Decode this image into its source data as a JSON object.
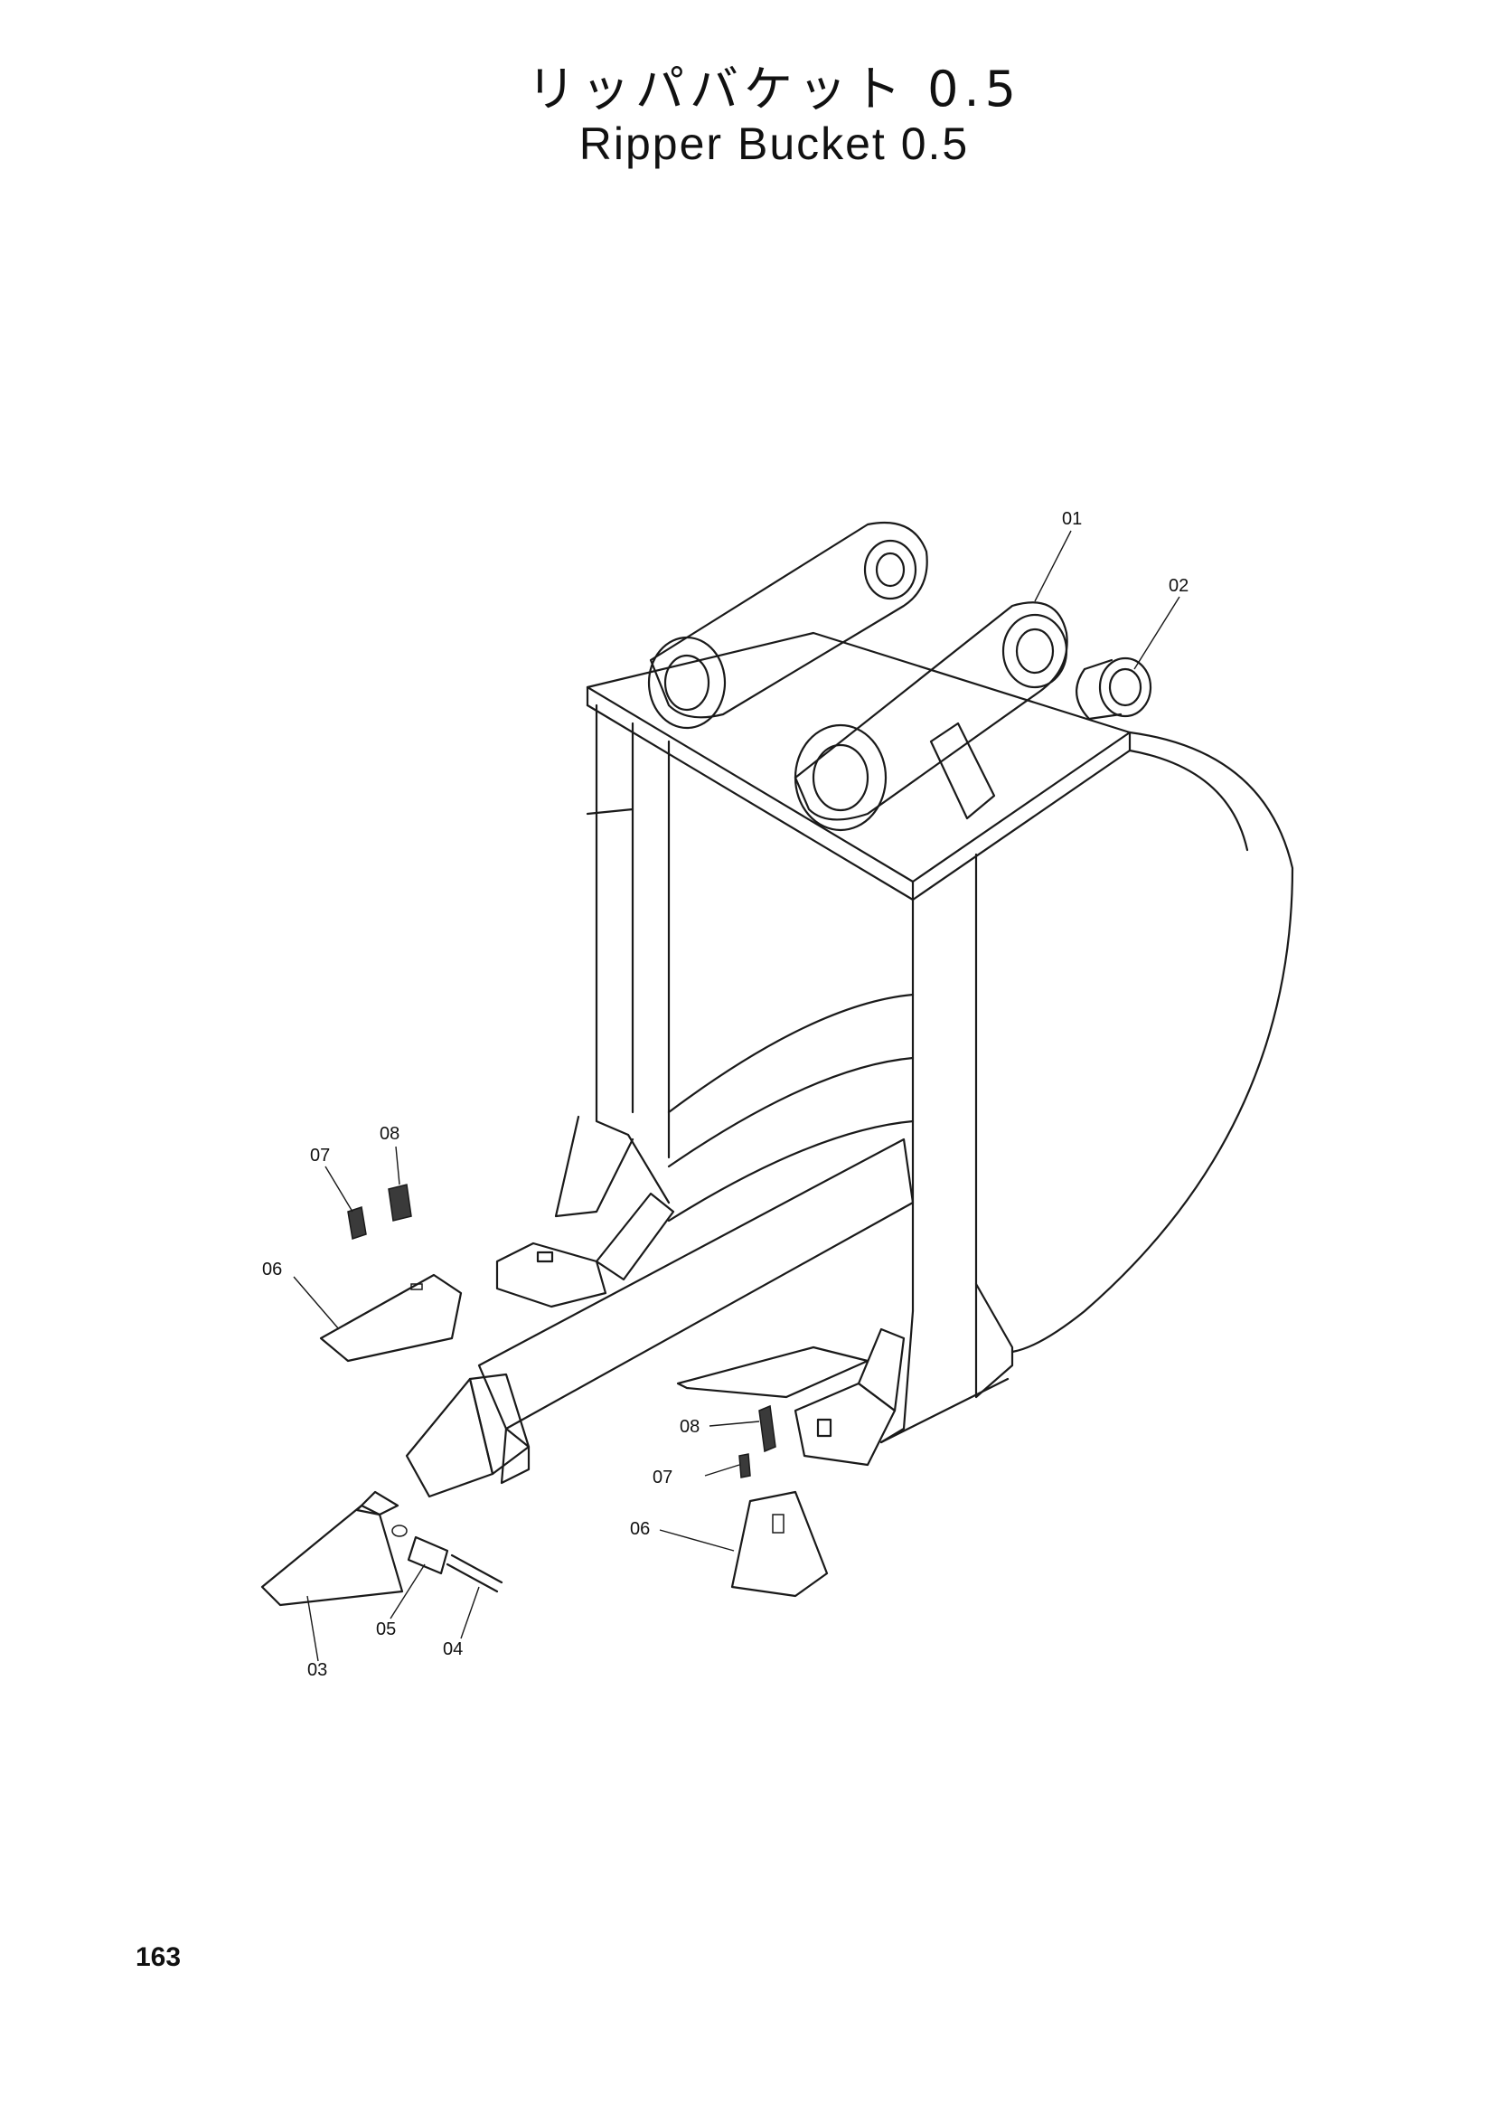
{
  "title": {
    "japanese": "リッパバケット 0.5",
    "english": "Ripper  Bucket 0.5"
  },
  "callouts": [
    "01",
    "02",
    "03",
    "04",
    "05",
    "06",
    "07",
    "08",
    "06",
    "07",
    "08"
  ],
  "page_number": "163"
}
